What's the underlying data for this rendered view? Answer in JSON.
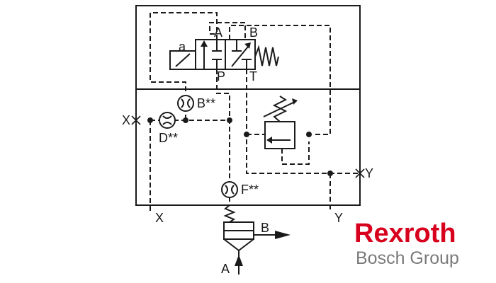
{
  "labels": {
    "a": "a",
    "A_top": "A",
    "B_top": "B",
    "P": "P",
    "T": "T",
    "B_star": "B**",
    "X_left": "X",
    "D_star": "D**",
    "F_star": "F**",
    "Y_right": "Y",
    "X_bottom": "X",
    "Y_bottom": "Y",
    "B_out": "B",
    "A_in": "A"
  },
  "brand": {
    "name": "Rexroth",
    "group": "Bosch Group",
    "colors": {
      "name": "#d7001d",
      "group": "#7a7a7a"
    }
  },
  "colors": {
    "line": "#1a1a1a",
    "background": "#ffffff"
  }
}
